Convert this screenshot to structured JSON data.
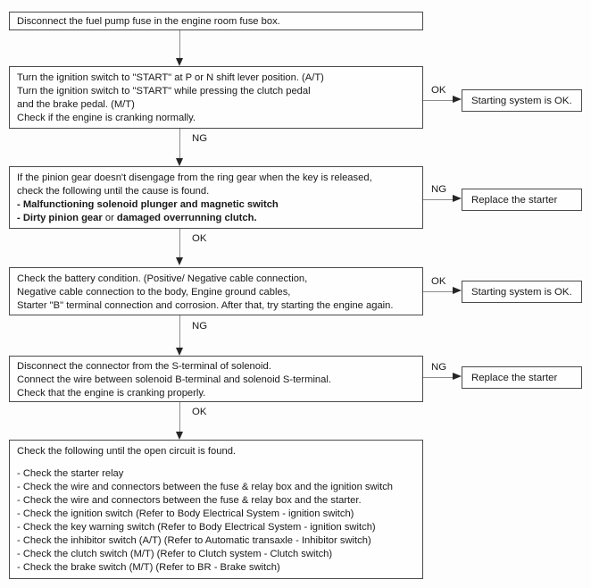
{
  "colors": {
    "background": "#fdfdfd",
    "box_border": "#4b4b4b",
    "connector_line": "#8c8c8c",
    "arrowhead": "#262626",
    "text": "#191919"
  },
  "flow": {
    "steps": [
      {
        "name": "disconnect-fuel-pump-fuse",
        "lines": [
          "Disconnect the fuel pump fuse in the engine room fuse box."
        ]
      },
      {
        "name": "crank-test",
        "lines": [
          "Turn the ignition switch to \"START\" at P or N shift lever position. (A/T)",
          "Turn the ignition switch to \"START\" while pressing the clutch pedal",
          "and the brake pedal. (M/T)",
          "Check if the engine is cranking normally."
        ]
      },
      {
        "name": "pinion-gear-check",
        "lines": [
          "If the pinion gear doesn't disengage from the ring gear when the key is released,",
          "check the following until the cause is found."
        ],
        "bold_bullet": "- Malfunctioning solenoid plunger and magnetic switch",
        "mixed_bullet": {
          "bold_a": "- Dirty pinion gear",
          "plain": " or ",
          "bold_b": "damaged overrunning clutch."
        }
      },
      {
        "name": "battery-check",
        "lines": [
          "Check the battery condition. (Positive/ Negative cable connection,",
          "Negative cable connection to the body, Engine ground cables,",
          "Starter \"B\" terminal connection and corrosion. After that, try starting the engine again."
        ]
      },
      {
        "name": "solenoid-jumper-test",
        "lines": [
          "Disconnect the connector from the S-terminal of solenoid.",
          "Connect the wire between solenoid B-terminal and solenoid S-terminal.",
          "Check that the engine is cranking properly."
        ]
      },
      {
        "name": "open-circuit-checklist",
        "heading": "Check the following until the open circuit is found.",
        "bullets": [
          "- Check the starter relay",
          "- Check the wire and connectors between the fuse & relay box and the ignition switch",
          "- Check the wire and connectors between the fuse & relay box and the starter.",
          "- Check the ignition switch (Refer to Body Electrical System - ignition switch)",
          "- Check the key warning switch (Refer to Body Electrical System - ignition switch)",
          "- Check the inhibitor switch (A/T) (Refer to Automatic transaxle - Inhibitor switch)",
          "- Check the clutch switch (M/T) (Refer to Clutch system - Clutch switch)",
          "- Check the brake switch (M/T) (Refer to BR - Brake switch)"
        ]
      }
    ],
    "connector_labels": [
      "NG",
      "OK",
      "NG",
      "OK"
    ],
    "branches": [
      {
        "label": "OK",
        "result": "Starting system is OK."
      },
      {
        "label": "NG",
        "result": "Replace the starter"
      },
      {
        "label": "OK",
        "result": "Starting system is OK."
      },
      {
        "label": "NG",
        "result": "Replace the starter"
      }
    ]
  }
}
